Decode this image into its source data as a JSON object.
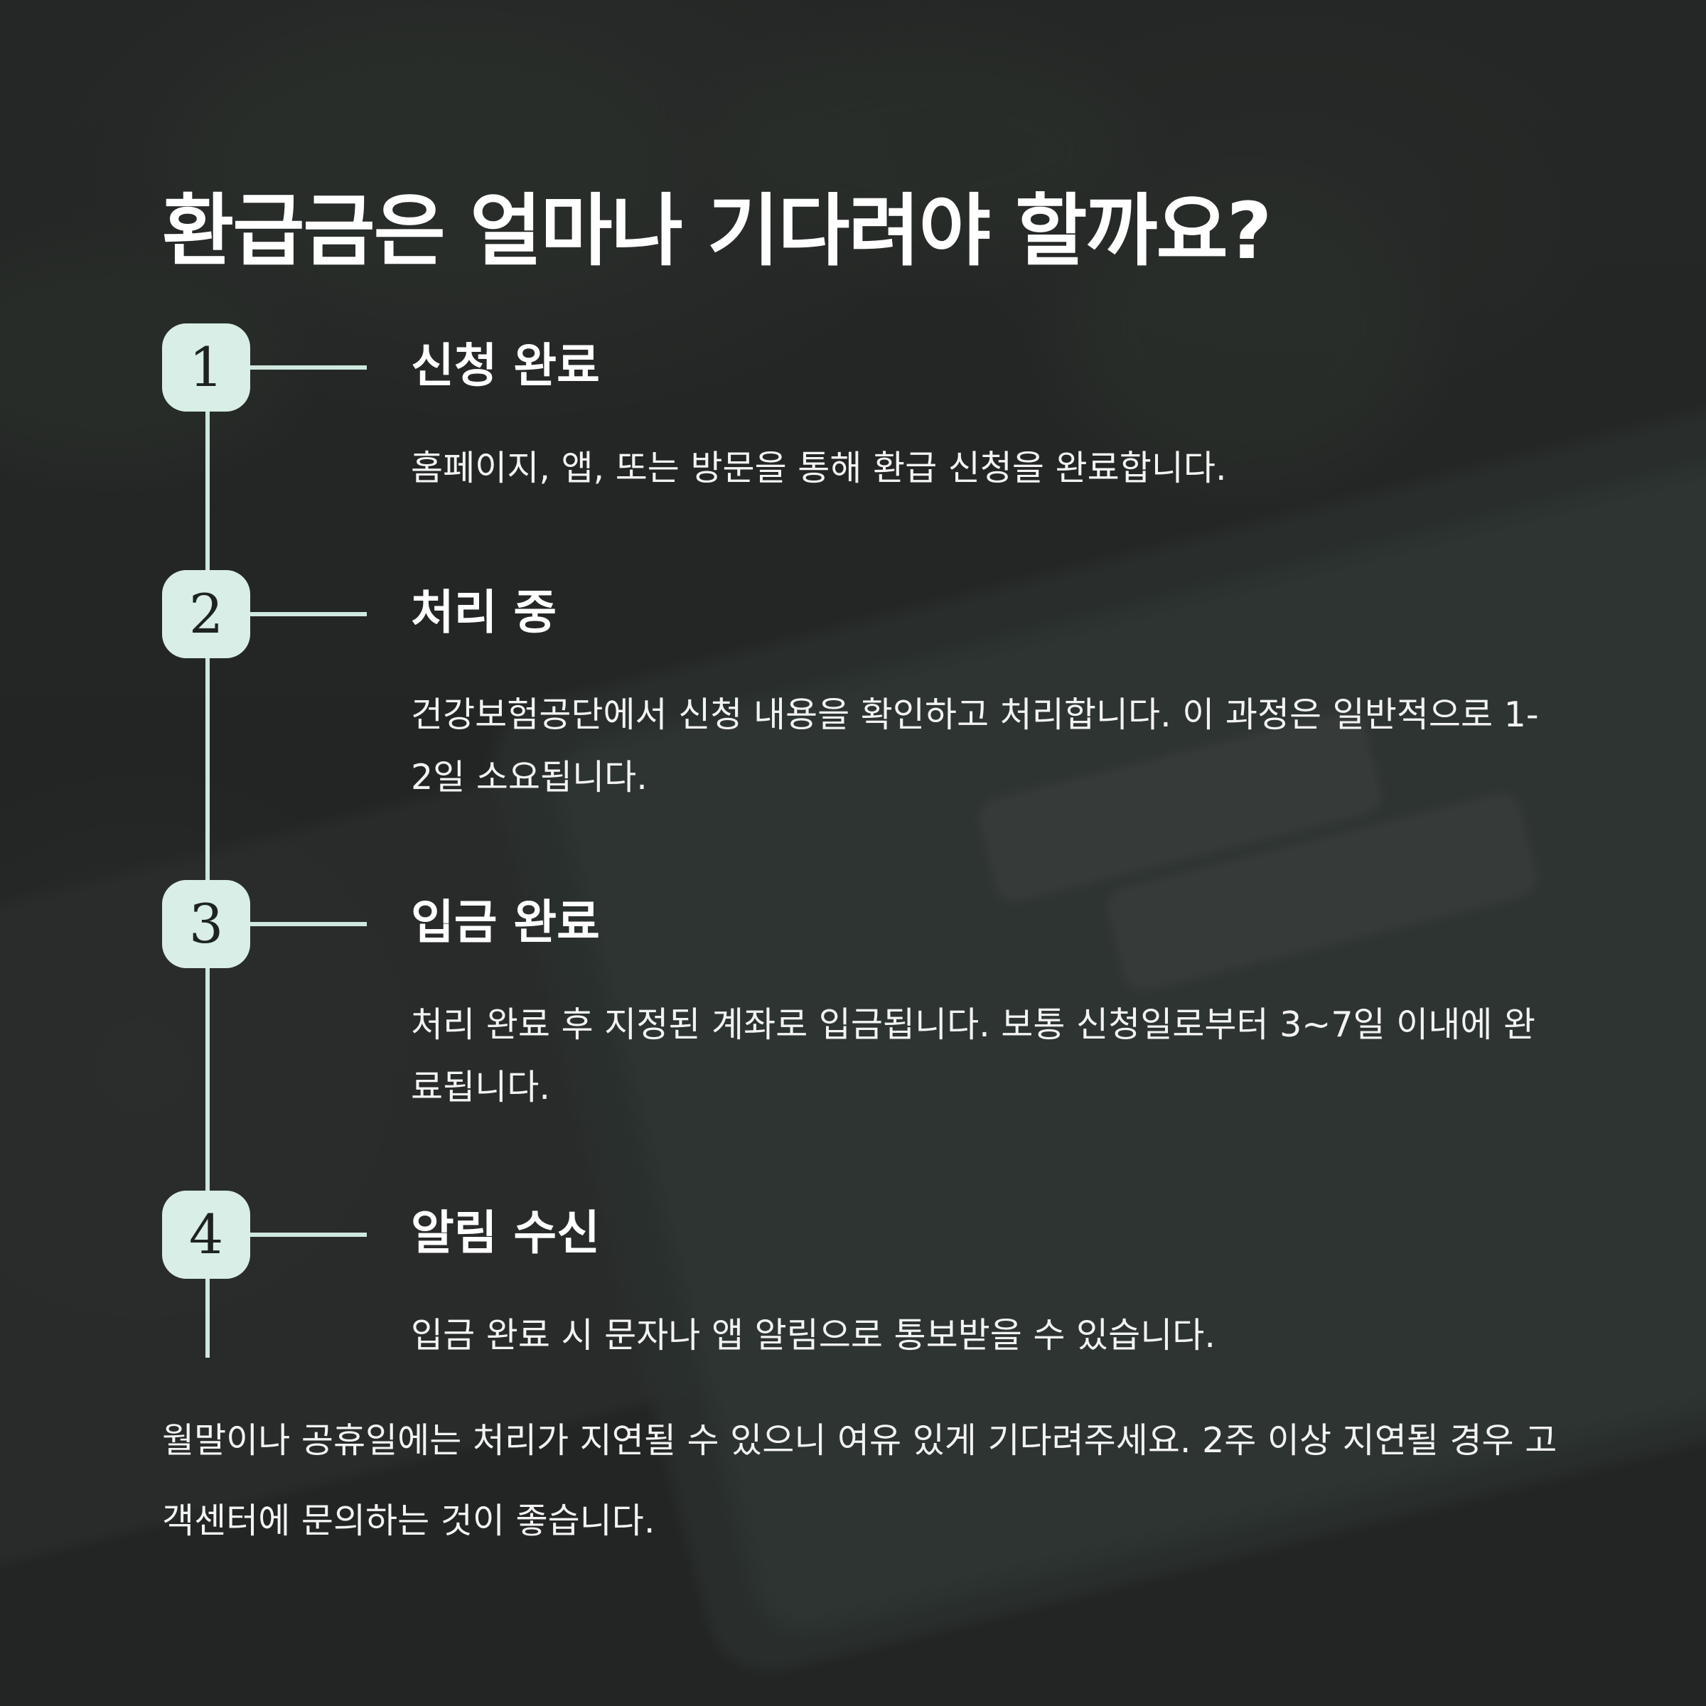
{
  "title": "환급금은 얼마나 기다려야 할까요?",
  "steps": [
    {
      "number": "1",
      "title": "신청 완료",
      "desc": "홈페이지, 앱, 또는 방문을 통해 환급 신청을 완료합니다."
    },
    {
      "number": "2",
      "title": "처리 중",
      "desc": "건강보험공단에서 신청 내용을 확인하고 처리합니다. 이 과정은 일반적으로 1-2일 소요됩니다."
    },
    {
      "number": "3",
      "title": "입금 완료",
      "desc": "처리 완료 후 지정된 계좌로 입금됩니다. 보통 신청일로부터 3~7일 이내에 완료됩니다."
    },
    {
      "number": "4",
      "title": "알림 수신",
      "desc": "입금 완료 시 문자나 앱 알림으로 통보받을 수 있습니다."
    }
  ],
  "footer": "월말이나 공휴일에는 처리가 지연될 수 있으니 여유 있게 기다려주세요. 2주 이상 지연될 경우 고객센터에 문의하는 것이 좋습니다.",
  "colors": {
    "badge": "#d8eee6",
    "line": "#cfe8df",
    "text": "#ffffff",
    "background": "#2b2d2c"
  }
}
